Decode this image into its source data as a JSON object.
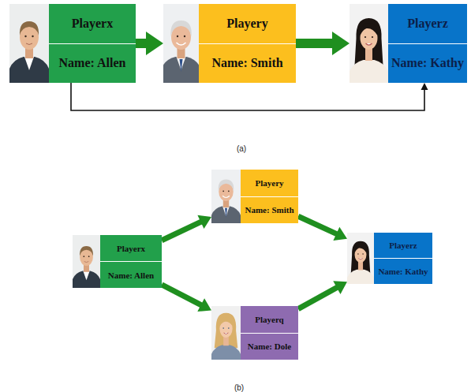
{
  "diagram": {
    "nodes": [
      {
        "text": [
          "Playerx",
          "Name: Allen"
        ]
      },
      {
        "text": [
          "Playery",
          "Name: Smith"
        ]
      },
      {
        "text": [
          "Playerz",
          "Name: Kathy"
        ]
      },
      {
        "text": [
          "Playerx",
          "Name: Allen"
        ]
      },
      {
        "text": [
          "Playery",
          "Name: Smith"
        ]
      },
      {
        "text": [
          "Playerq",
          "Name: Dole"
        ]
      },
      {
        "text": [
          "Playerz",
          "Name: Kathy"
        ]
      }
    ],
    "edges": [
      {
        "from": 0,
        "to": 1,
        "arrow": "to"
      },
      {
        "from": 1,
        "to": 2,
        "arrow": "to"
      },
      {
        "from": 0,
        "to": 2,
        "arrow": "to"
      },
      {
        "from": 3,
        "to": 4,
        "arrow": "to"
      },
      {
        "from": 3,
        "to": 5,
        "arrow": "to"
      },
      {
        "from": 4,
        "to": 6,
        "arrow": "to"
      },
      {
        "from": 5,
        "to": 6,
        "arrow": "to"
      }
    ],
    "labels": [
      "(a)",
      "(b)"
    ]
  }
}
